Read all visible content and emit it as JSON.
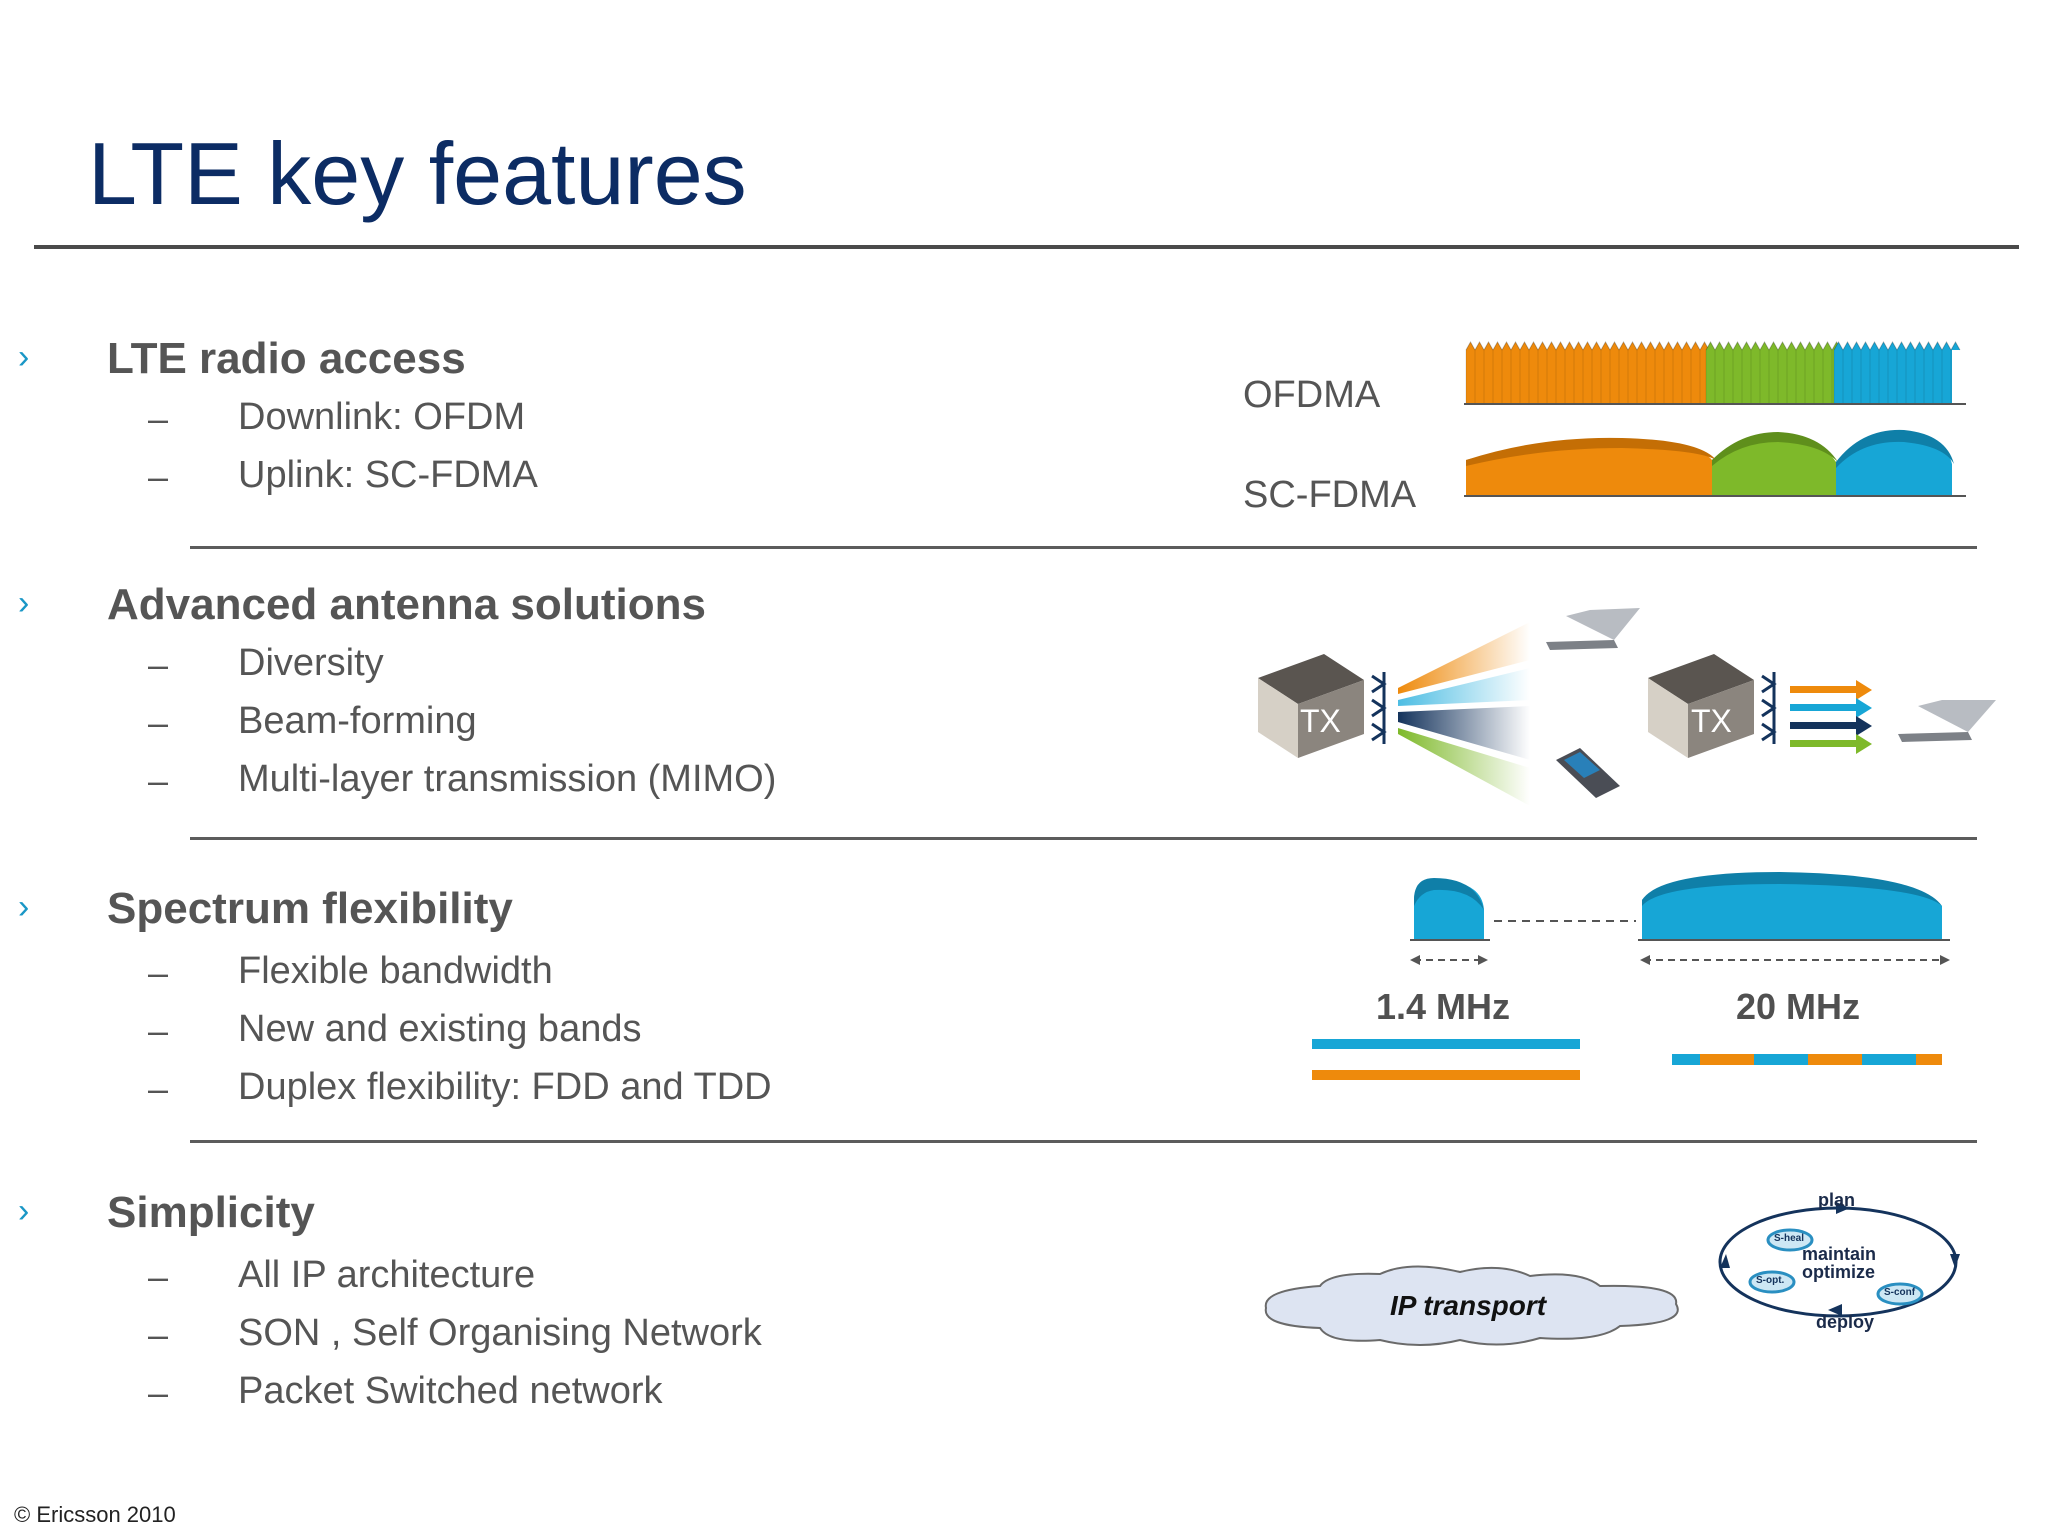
{
  "title": "LTE key features",
  "sections": [
    {
      "heading": "LTE radio access",
      "items": [
        "Downlink: OFDM",
        "Uplink: SC-FDMA"
      ]
    },
    {
      "heading": "Advanced antenna solutions",
      "items": [
        "Diversity",
        "Beam-forming",
        "Multi-layer transmission (MIMO)"
      ]
    },
    {
      "heading": "Spectrum flexibility",
      "items": [
        "Flexible bandwidth",
        "New and existing bands",
        "Duplex flexibility: FDD and TDD"
      ]
    },
    {
      "heading": "Simplicity",
      "items": [
        "All IP architecture",
        "SON , Self Organising Network",
        "Packet Switched network"
      ]
    }
  ],
  "bullet_glyph": "›",
  "dash_glyph": "–",
  "diagrams": {
    "ofdma_label": "OFDMA",
    "scfdma_label": "SC-FDMA",
    "tx_label": "TX",
    "bw_small": "1.4 MHz",
    "bw_large": "20 MHz",
    "ip_transport": "IP transport",
    "son_plan": "plan",
    "son_maintain": "maintain",
    "son_optimize": "optimize",
    "son_deploy": "deploy",
    "son_heal": "S-heal",
    "son_opt": "S-opt.",
    "son_conf": "S-conf"
  },
  "colors": {
    "orange": "#ee8a0c",
    "green": "#7eb92a",
    "blue": "#17a6d6",
    "navy": "#0c2c64",
    "dark_blue": "#14335c"
  },
  "footer": "© Ericsson 2010"
}
